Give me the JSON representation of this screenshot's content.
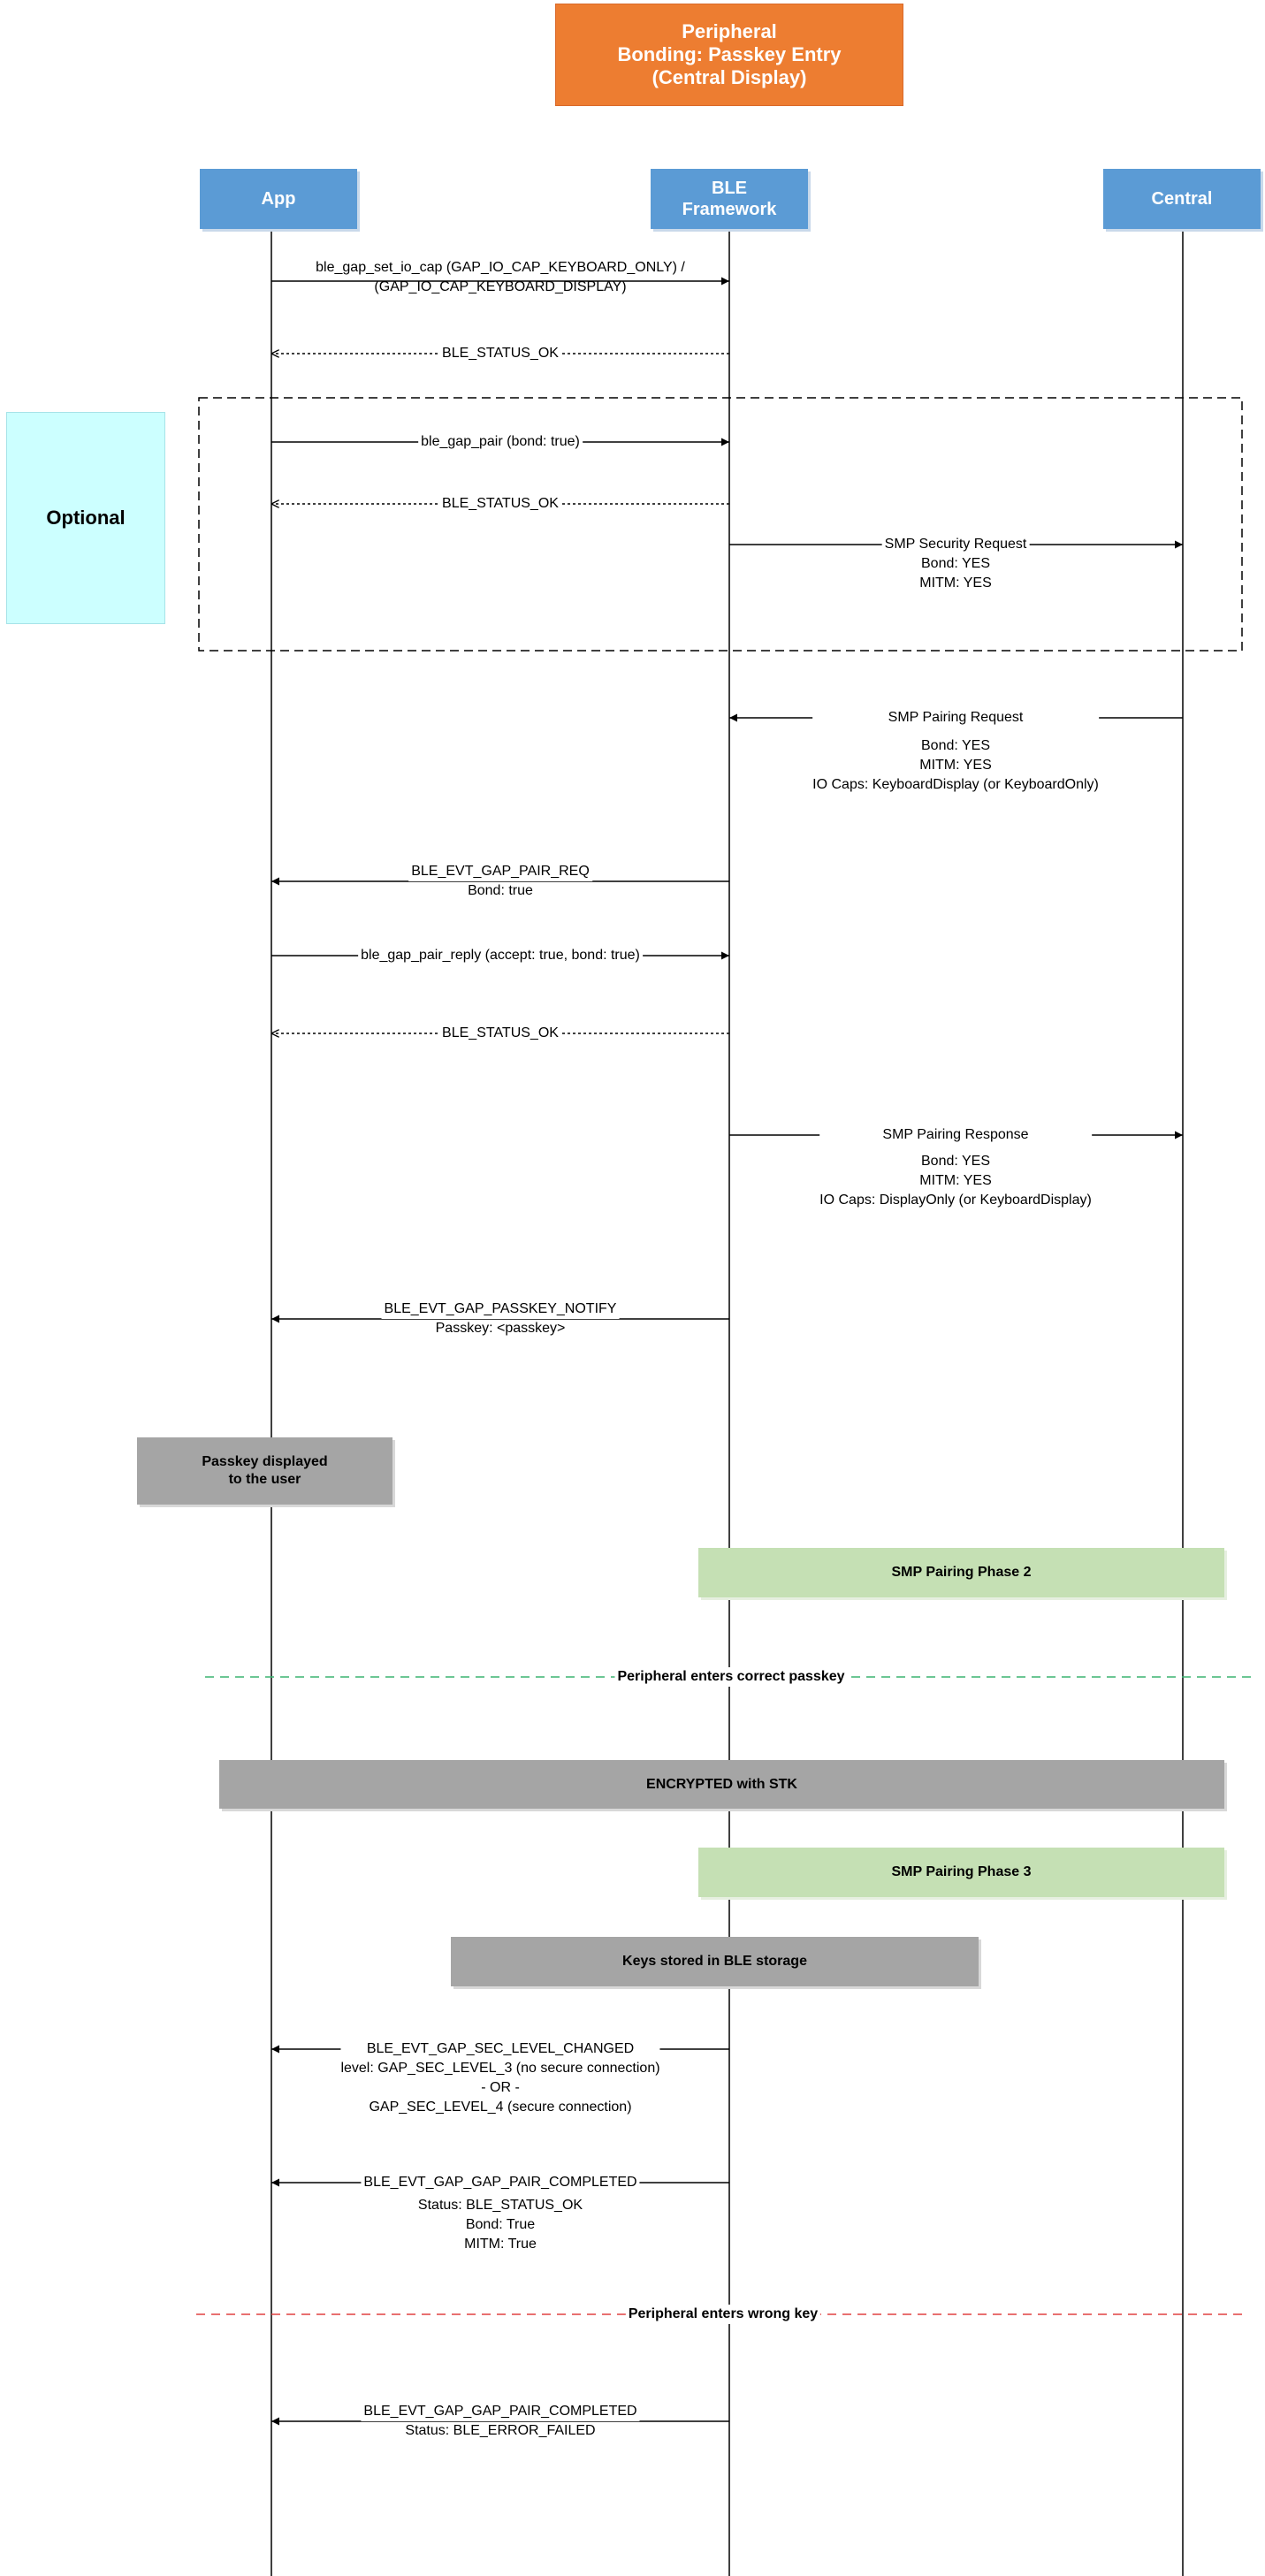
{
  "title": {
    "line1": "Peripheral",
    "line2": "Bonding: Passkey Entry",
    "line3": "(Central Display)"
  },
  "actors": {
    "app": "App",
    "ble_line1": "BLE",
    "ble_line2": "Framework",
    "central": "Central"
  },
  "optional_label": "Optional",
  "messages": {
    "m1": {
      "line1": "ble_gap_set_io_cap (GAP_IO_CAP_KEYBOARD_ONLY) /",
      "line2": "(GAP_IO_CAP_KEYBOARD_DISPLAY)"
    },
    "m2": {
      "line1": "BLE_STATUS_OK"
    },
    "m3": {
      "line1": "ble_gap_pair (bond: true)"
    },
    "m4": {
      "line1": "BLE_STATUS_OK"
    },
    "m5": {
      "line1": "SMP Security Request",
      "line2": "Bond: YES",
      "line3": "MITM: YES"
    },
    "m6": {
      "line1": "SMP Pairing Request",
      "line2": "Bond: YES",
      "line3": "MITM: YES",
      "line4": "IO Caps:  KeyboardDisplay  (or KeyboardOnly)"
    },
    "m7": {
      "line1": "BLE_EVT_GAP_PAIR_REQ",
      "line2": "Bond: true"
    },
    "m8": {
      "line1": "ble_gap_pair_reply (accept: true, bond: true)"
    },
    "m9": {
      "line1": "BLE_STATUS_OK"
    },
    "m10": {
      "line1": "SMP Pairing Response",
      "line2": "Bond: YES",
      "line3": "MITM: YES",
      "line4": "IO Caps: DisplayOnly (or KeyboardDisplay)"
    },
    "m11": {
      "line1": "BLE_EVT_GAP_PASSKEY_NOTIFY",
      "line2": "Passkey: <passkey>"
    },
    "m12": {
      "line1": "BLE_EVT_GAP_SEC_LEVEL_CHANGED",
      "line2": "level: GAP_SEC_LEVEL_3 (no secure connection)",
      "line3": "- OR -",
      "line4": "GAP_SEC_LEVEL_4 (secure connection)"
    },
    "m13": {
      "line1": "BLE_EVT_GAP_GAP_PAIR_COMPLETED",
      "line2": "Status: BLE_STATUS_OK",
      "line3": "Bond: True",
      "line4": "MITM: True"
    },
    "m14": {
      "line1": "BLE_EVT_GAP_GAP_PAIR_COMPLETED",
      "line2": "Status: BLE_ERROR_FAILED"
    }
  },
  "boxes": {
    "passkey_displayed_1": "Passkey displayed",
    "passkey_displayed_2": "to the user",
    "smp_phase2": "SMP Pairing Phase 2",
    "encrypted": "ENCRYPTED with STK",
    "smp_phase3": "SMP Pairing Phase 3",
    "keys_stored": "Keys stored in BLE storage"
  },
  "dividers": {
    "correct": "Peripheral enters correct passkey",
    "wrong": "Peripheral enters wrong key"
  },
  "colors": {
    "title": "#ED7D31",
    "actor": "#5B9BD5",
    "optional": "#CCFFFF",
    "gray_box": "#A5A5A5",
    "green_box": "#C5E0B4",
    "correct_divider": "#3CB371",
    "wrong_divider": "#E04040"
  }
}
